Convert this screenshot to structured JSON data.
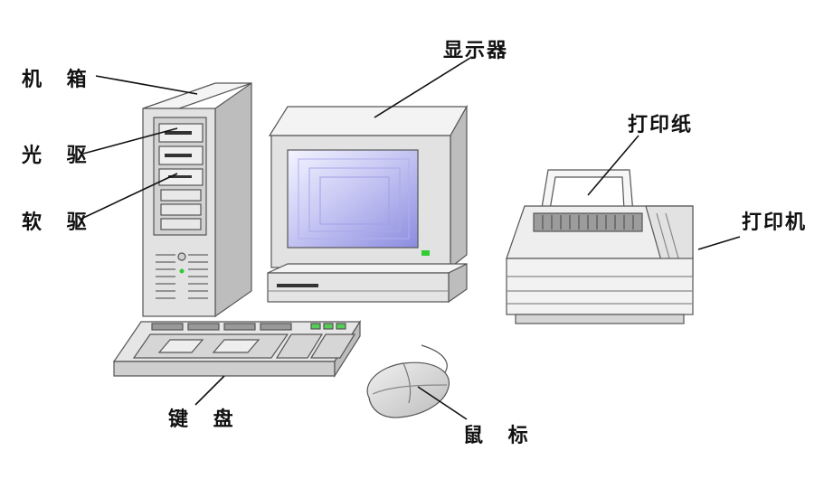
{
  "labels": {
    "case": "机 箱",
    "optical_drive": "光 驱",
    "floppy_drive": "软 驱",
    "monitor": "显示器",
    "paper": "打印纸",
    "printer": "打印机",
    "keyboard": "键 盘",
    "mouse": "鼠 标"
  },
  "colors": {
    "body": "#e6e6e6",
    "body_light": "#f2f2f2",
    "body_dark": "#c8c8c8",
    "outline": "#555555",
    "screen": "#9a9ae6",
    "screen_light": "#e6e6fa",
    "led_green": "#33cc33"
  }
}
